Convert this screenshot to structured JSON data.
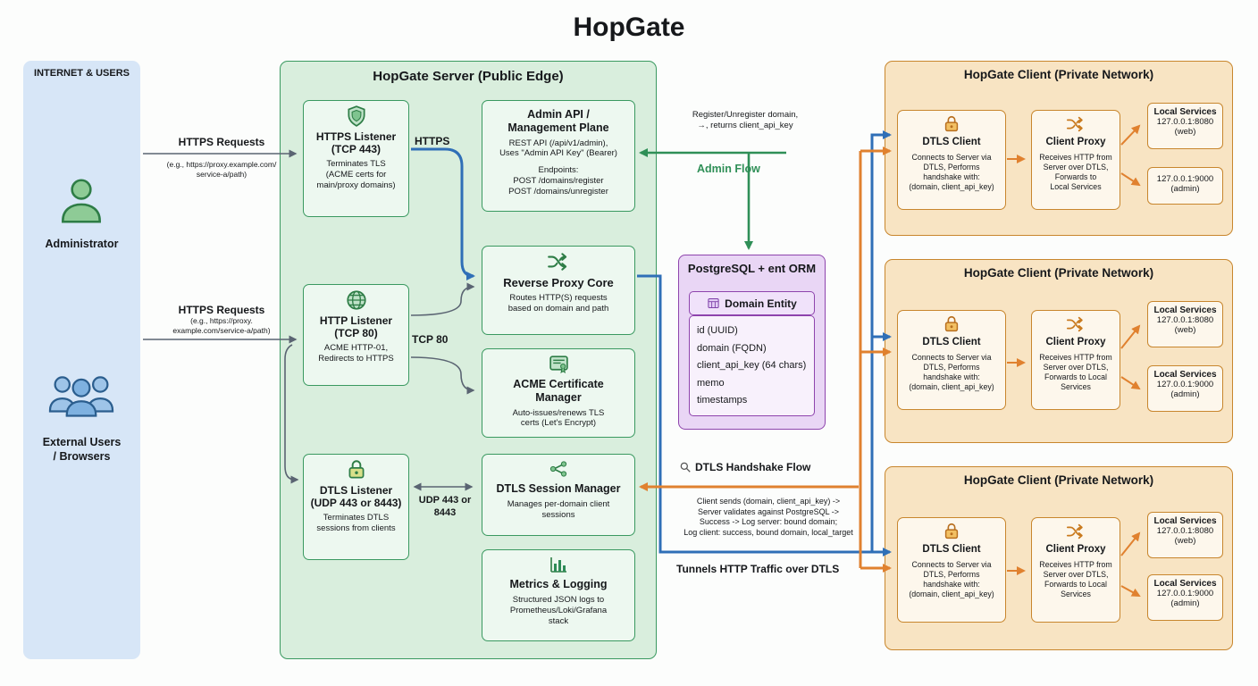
{
  "page": {
    "title": "HopGate"
  },
  "internet": {
    "title": "INTERNET & USERS",
    "admin_label": "Administrator",
    "users_label": "External Users\n/ Browsers"
  },
  "server": {
    "title": "HopGate Server (Public Edge)",
    "https_listener": {
      "title": "HTTPS Listener\n(TCP 443)",
      "desc": "Terminates TLS\n(ACME certs for\nmain/proxy domains)"
    },
    "http_listener": {
      "title": "HTTP Listener\n(TCP 80)",
      "desc": "ACME HTTP-01,\nRedirects to HTTPS"
    },
    "dtls_listener": {
      "title": "DTLS Listener\n(UDP 443 or 8443)",
      "desc": "Terminates DTLS\nsessions from clients"
    },
    "admin_api": {
      "title": "Admin API /\nManagement Plane",
      "desc": "REST API (/api/v1/admin),\nUses \"Admin API Key\" (Bearer)",
      "endpoints": "Endpoints:\nPOST /domains/register\nPOST /domains/unregister"
    },
    "reverse_proxy": {
      "title": "Reverse Proxy Core",
      "desc": "Routes HTTP(S) requests\nbased on domain and path"
    },
    "acme": {
      "title": "ACME Certificate\nManager",
      "desc": "Auto-issues/renews TLS\ncerts (Let's Encrypt)"
    },
    "dtls_session": {
      "title": "DTLS Session Manager",
      "desc": "Manages per-domain client\nsessions"
    },
    "metrics": {
      "title": "Metrics & Logging",
      "desc": "Structured JSON logs to\nPrometheus/Loki/Grafana\nstack"
    }
  },
  "database": {
    "title": "PostgreSQL + ent ORM",
    "entity": "Domain Entity",
    "fields": [
      "id (UUID)",
      "domain (FQDN)",
      "client_api_key (64 chars)",
      "memo",
      "timestamps"
    ]
  },
  "clients": [
    {
      "title": "HopGate Client (Private Network)",
      "dtls_client": {
        "title": "DTLS Client",
        "desc": "Connects to Server via\nDTLS, Performs\nhandshake with:\n(domain, client_api_key)"
      },
      "proxy": {
        "title": "Client Proxy",
        "desc": "Receives HTTP from\nServer over DTLS,\nForwards to\nLocal Services"
      },
      "svc1": {
        "title": "Local Services",
        "addr": "127.0.0.1:8080",
        "tag": "(web)"
      },
      "svc2": {
        "title": "",
        "addr": "127.0.0.1:9000",
        "tag": "(admin)"
      }
    },
    {
      "title": "HopGate Client (Private Network)",
      "dtls_client": {
        "title": "DTLS Client",
        "desc": "Connects to Server via\nDTLS, Performs\nhandshake with:\n(domain, client_api_key)"
      },
      "proxy": {
        "title": "Client Proxy",
        "desc": "Receives HTTP from\nServer over DTLS,\nForwards to Local\nServices"
      },
      "svc1": {
        "title": "Local Services",
        "addr": "127.0.0.1:8080",
        "tag": "(web)"
      },
      "svc2": {
        "title": "Local Services",
        "addr": "127.0.0.1:9000",
        "tag": "(admin)"
      }
    },
    {
      "title": "HopGate Client (Private Network)",
      "dtls_client": {
        "title": "DTLS Client",
        "desc": "Connects to Server via\nDTLS, Performs\nhandshake with:\n(domain, client_api_key)"
      },
      "proxy": {
        "title": "Client Proxy",
        "desc": "Receives HTTP from\nServer over DTLS,\nForwards to Local\nServices"
      },
      "svc1": {
        "title": "Local Services",
        "addr": "127.0.0.1:8080",
        "tag": "(web)"
      },
      "svc2": {
        "title": "Local Services",
        "addr": "127.0.0.1:9000",
        "tag": "(admin)"
      }
    }
  ],
  "flows": {
    "admin_req_title": "HTTPS Requests",
    "admin_req_sub": "(e.g., https://proxy.example.com/\nservice-a/path)",
    "user_req_title": "HTTPS Requests",
    "user_req_sub": "(e.g., https://proxy.\nexample.com/service-a/path)",
    "https": "HTTPS",
    "tcp80": "TCP 80",
    "udp": "UDP 443 or\n8443",
    "register": "Register/Unregister domain,\n→, returns client_api_key",
    "admin_flow": "Admin Flow",
    "handshake_title": "DTLS Handshake Flow",
    "handshake_detail": "Client sends (domain, client_api_key) ->\nServer validates against PostgreSQL ->\nSuccess -> Log server: bound domain;\nLog client: success, bound domain, local_target",
    "tunnels": "Tunnels HTTP Traffic over DTLS"
  }
}
